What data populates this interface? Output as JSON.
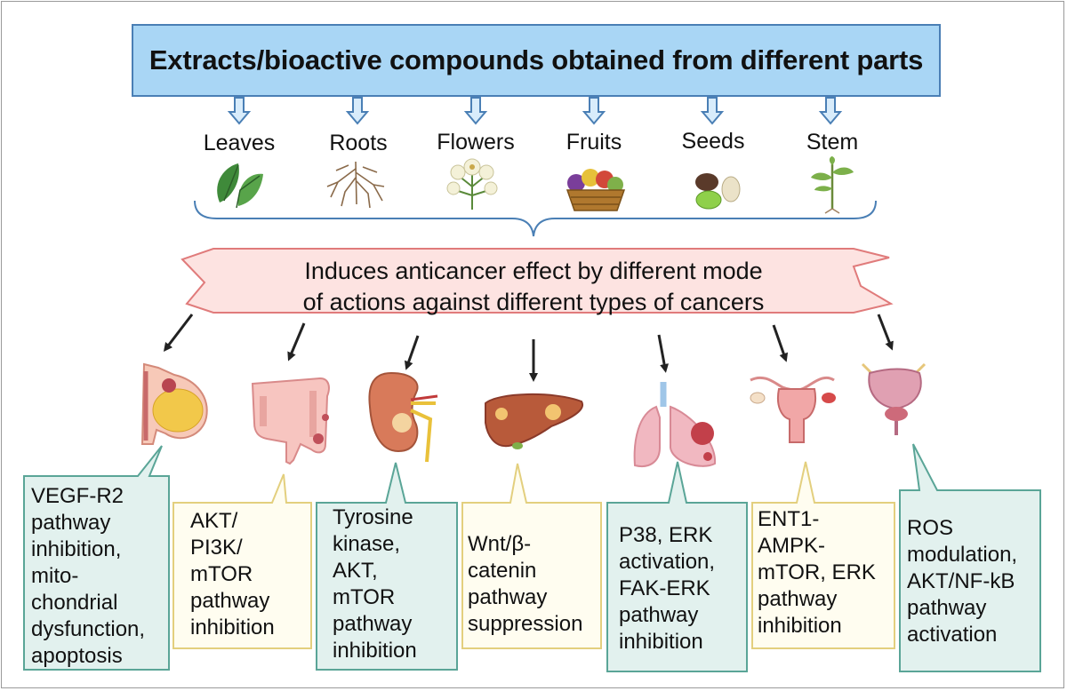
{
  "title": "Extracts/bioactive compounds obtained from different parts",
  "parts": [
    {
      "label": "Leaves",
      "icon": "leaves-icon"
    },
    {
      "label": "Roots",
      "icon": "roots-icon"
    },
    {
      "label": "Flowers",
      "icon": "flowers-icon"
    },
    {
      "label": "Fruits",
      "icon": "fruits-icon"
    },
    {
      "label": "Seeds",
      "icon": "seeds-icon"
    },
    {
      "label": "Stem",
      "icon": "stem-icon"
    }
  ],
  "banner": {
    "line1": "Induces anticancer effect by different mode",
    "line2": "of actions against different types of cancers"
  },
  "organs": [
    "breast-icon",
    "colon-icon",
    "kidney-icon",
    "liver-icon",
    "lungs-icon",
    "uterus-icon",
    "bladder-prostate-icon"
  ],
  "callouts": [
    {
      "lines": [
        "VEGF-R2",
        "pathway",
        "inhibition,",
        "mito-",
        "chondrial",
        "dysfunction,",
        "apoptosis"
      ],
      "color": "#e2f1ee",
      "border": "#5aa597"
    },
    {
      "lines": [
        "AKT/",
        "PI3K/",
        "mTOR",
        "pathway",
        "inhibition"
      ],
      "color": "#fffdf0",
      "border": "#e3cf7e"
    },
    {
      "lines": [
        "Tyrosine",
        "kinase,",
        "AKT,",
        "mTOR",
        "pathway",
        "inhibition"
      ],
      "color": "#e2f1ee",
      "border": "#5aa597"
    },
    {
      "lines": [
        "Wnt/β-",
        "catenin",
        "pathway",
        "suppression"
      ],
      "color": "#fffdf0",
      "border": "#e3cf7e"
    },
    {
      "lines": [
        "P38, ERK",
        "activation,",
        "FAK-ERK",
        "pathway",
        "inhibition"
      ],
      "color": "#e2f1ee",
      "border": "#5aa597"
    },
    {
      "lines": [
        "ENT1-",
        "AMPK-",
        "mTOR, ERK",
        "pathway",
        "inhibition"
      ],
      "color": "#fffdf0",
      "border": "#e3cf7e"
    },
    {
      "lines": [
        "ROS",
        "modulation,",
        "AKT/NF-kB",
        "pathway",
        "activation"
      ],
      "color": "#e2f1ee",
      "border": "#5aa597"
    }
  ],
  "colors": {
    "title_fill": "#a9d6f5",
    "title_border": "#4a7fb5",
    "banner_fill": "#fde3e1",
    "banner_border": "#e07b7b",
    "arrow": "#222222"
  }
}
